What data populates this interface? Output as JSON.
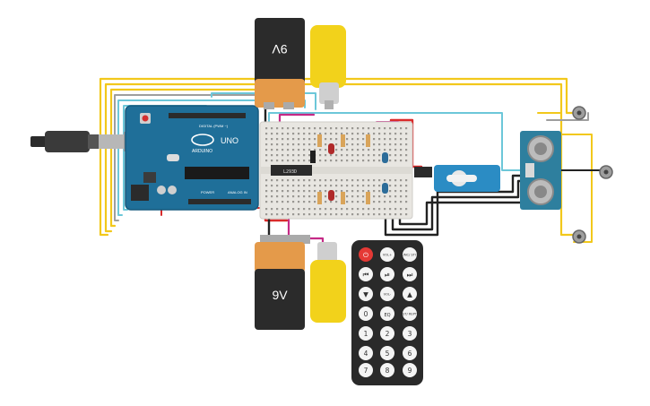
{
  "arduino": {
    "brand_label": "ARDUINO",
    "model_label": "UNO",
    "digital_label": "DIGITAL (PWM ~)",
    "power_label": "POWER",
    "analog_label": "ANALOG IN"
  },
  "chip": {
    "label": "L293D"
  },
  "batteries": {
    "top_label": "9V",
    "bottom_label": "9V"
  },
  "remote": {
    "buttons": [
      {
        "label": "⏻",
        "name": "power-button",
        "accent": true
      },
      {
        "label": "VOL+",
        "name": "vol-up-button"
      },
      {
        "label": "FUNC/ STOP",
        "name": "func-stop-button"
      },
      {
        "label": "⏮",
        "name": "prev-button"
      },
      {
        "label": "⏯",
        "name": "play-pause-button"
      },
      {
        "label": "⏭",
        "name": "next-button"
      },
      {
        "label": "▼",
        "name": "down-button"
      },
      {
        "label": "VOL-",
        "name": "vol-down-button"
      },
      {
        "label": "▲",
        "name": "up-button"
      },
      {
        "label": "0",
        "name": "digit-0-button"
      },
      {
        "label": "EQ",
        "name": "eq-button"
      },
      {
        "label": "ST/ REPT",
        "name": "st-rept-button"
      },
      {
        "label": "1",
        "name": "digit-1-button"
      },
      {
        "label": "2",
        "name": "digit-2-button"
      },
      {
        "label": "3",
        "name": "digit-3-button"
      },
      {
        "label": "4",
        "name": "digit-4-button"
      },
      {
        "label": "5",
        "name": "digit-5-button"
      },
      {
        "label": "6",
        "name": "digit-6-button"
      },
      {
        "label": "7",
        "name": "digit-7-button"
      },
      {
        "label": "8",
        "name": "digit-8-button"
      },
      {
        "label": "9",
        "name": "digit-9-button"
      }
    ]
  },
  "colors": {
    "arduino_blue": "#1f6f99",
    "breadboard": "#e8e6e1",
    "battery_black": "#2b2b2b",
    "battery_orange": "#e49a4a",
    "motor_yellow": "#f2d21b",
    "wire_yellow": "#f2c81b",
    "wire_cyan": "#6cc7d9",
    "wire_red": "#d92b2b",
    "wire_black": "#222222",
    "wire_magenta": "#c52a86",
    "sensor_blue": "#2e7f9e",
    "remote_body": "#2a2a2a",
    "remote_power": "#e53935"
  }
}
